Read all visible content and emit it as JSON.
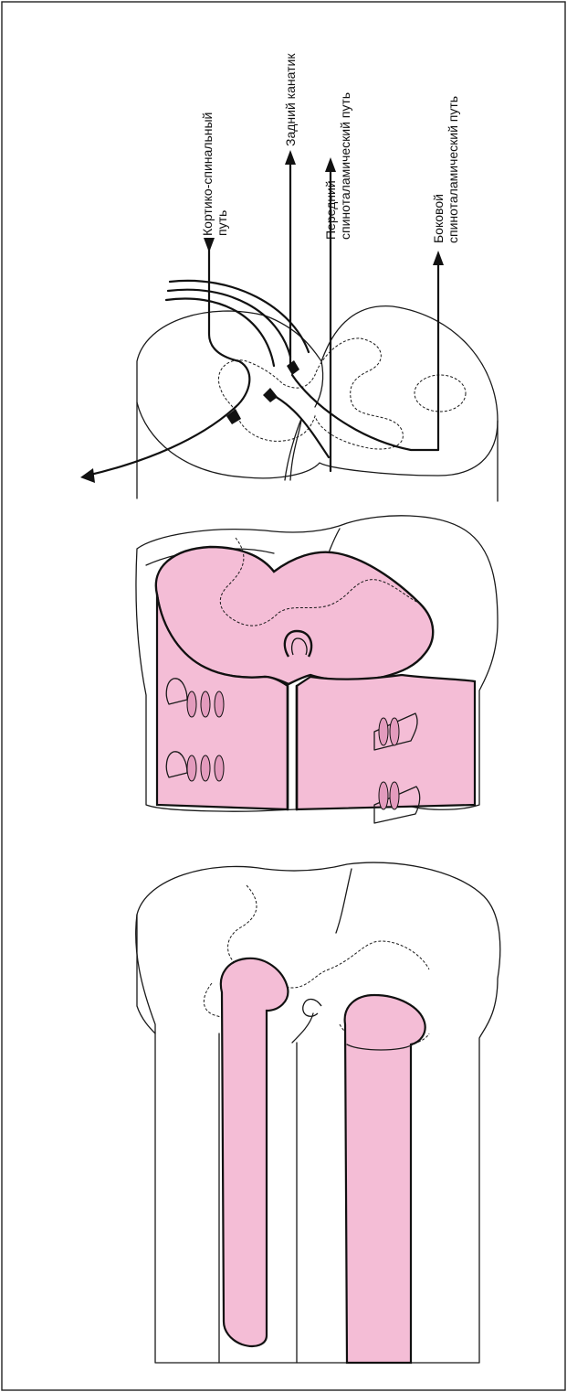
{
  "labels": {
    "corticospinal": [
      "Кортико-спинальный",
      "путь"
    ],
    "posterior": [
      "Задний канатик"
    ],
    "anterior": [
      "Передний",
      "спиноталамический путь"
    ],
    "lateral": [
      "Боковой",
      "спиноталамический путь"
    ]
  },
  "colors": {
    "highlight": "#f4bdd6",
    "outline": "#1a1a1a",
    "background": "#ffffff"
  }
}
